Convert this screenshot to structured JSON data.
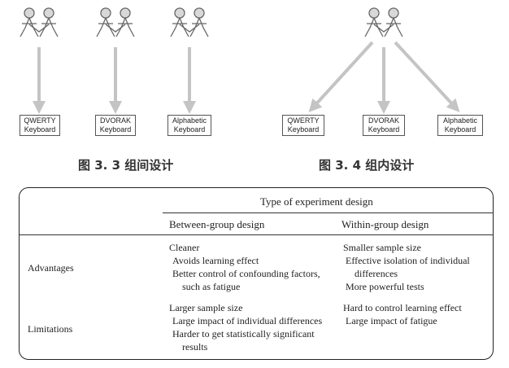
{
  "figure_3_3": {
    "keyboards": [
      {
        "line1": "QWERTY",
        "line2": "Keyboard"
      },
      {
        "line1": "DVORAK",
        "line2": "Keyboard"
      },
      {
        "line1": "Alphabetic",
        "line2": "Keyboard"
      }
    ],
    "caption": "图 3. 3  组间设计"
  },
  "figure_3_4": {
    "keyboards": [
      {
        "line1": "QWERTY",
        "line2": "Keyboard"
      },
      {
        "line1": "DVORAK",
        "line2": "Keyboard"
      },
      {
        "line1": "Alphabetic",
        "line2": "Keyboard"
      }
    ],
    "caption": "图 3. 4  组内设计"
  },
  "table": {
    "super_header": "Type of experiment design",
    "columns": [
      "Between-group design",
      "Within-group design"
    ],
    "rows": [
      {
        "label": "Advantages",
        "between": [
          "Cleaner",
          "Avoids learning effect",
          "Better control of confounding factors,",
          "such as fatigue"
        ],
        "within": [
          "Smaller sample size",
          "Effective isolation of individual",
          "differences",
          "More powerful tests"
        ]
      },
      {
        "label": "Limitations",
        "between": [
          "Larger sample size",
          "Large impact of individual differences",
          "Harder to get statistically significant",
          "results"
        ],
        "within": [
          "Hard to control learning effect",
          "Large impact of fatigue"
        ]
      }
    ]
  }
}
